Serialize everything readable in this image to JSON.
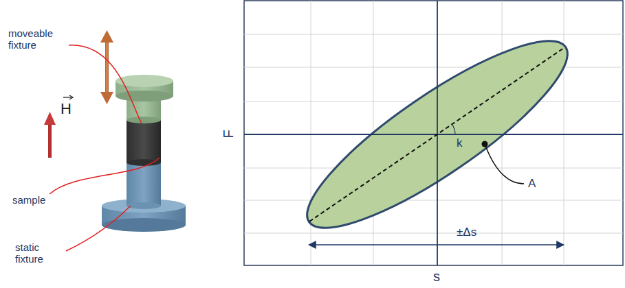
{
  "diagram": {
    "labels": [
      "moveable fixture",
      "H",
      "sample",
      "static fixture",
      "F",
      "k",
      "A",
      "±Δs",
      "s"
    ]
  }
}
